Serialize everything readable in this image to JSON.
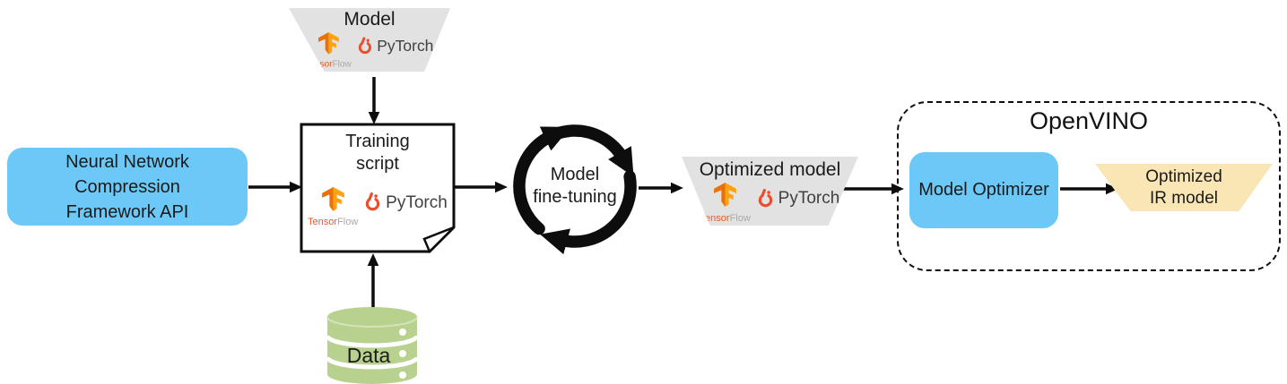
{
  "nodes": {
    "nncf_api": {
      "lines": [
        "Neural Network",
        "Compression",
        "Framework API"
      ]
    },
    "model_input": {
      "label": "Model"
    },
    "training_script": {
      "lines": [
        "Training",
        "script"
      ]
    },
    "fine_tuning": {
      "lines": [
        "Model",
        "fine-tuning"
      ]
    },
    "optimized_model": {
      "label": "Optimized model"
    },
    "openvino": {
      "label": "OpenVINO"
    },
    "model_optimizer": {
      "label": "Model Optimizer"
    },
    "optimized_ir_model": {
      "lines": [
        "Optimized",
        "IR model"
      ]
    },
    "data_store": {
      "label": "Data"
    }
  },
  "logos": {
    "tensorflow_text_orange": "Tensor",
    "tensorflow_text_gray": "Flow",
    "pytorch_text": "PyTorch"
  },
  "icons": {
    "tensorflow": "tensorflow-icon",
    "pytorch": "pytorch-icon",
    "cycle": "cycle-arrows-icon",
    "database": "database-icon",
    "document_fold": "folded-corner-icon"
  },
  "colors": {
    "node_blue": "#6CC8F6",
    "trapezoid_gray": "#E2E2E2",
    "trapezoid_yellow": "#FAE6B4",
    "database_green": "#B9D18F",
    "ink_black": "#0D0D0D",
    "tensorflow_orange": "#F79112",
    "tensorflow_orange_dark": "#E8710A",
    "pytorch_orange": "#EE4C2C"
  }
}
